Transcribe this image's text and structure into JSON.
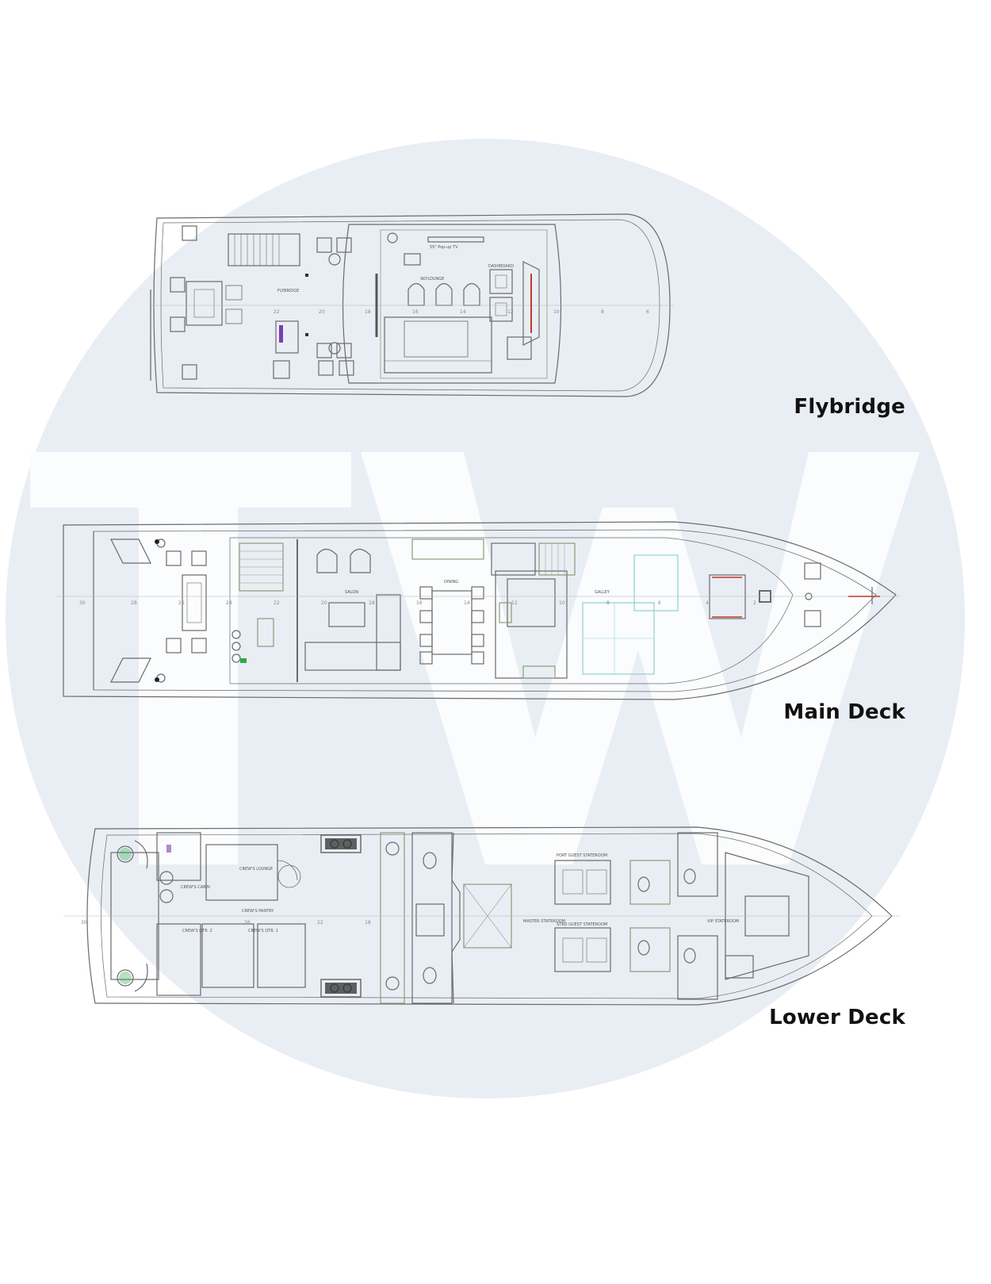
{
  "watermark": {
    "letters": "TW",
    "circle_color": "#e9eef4",
    "letter_color": "#fbfcfd"
  },
  "decks": [
    {
      "name": "flybridge",
      "label": "Flybridge",
      "rooms": [
        "FLYBRIDGE",
        "SKYLOUNGE",
        "DASHBOARD",
        "55\" Pop-up TV"
      ],
      "frames": [
        "22",
        "20",
        "18",
        "16",
        "14",
        "12",
        "10",
        "8",
        "6"
      ]
    },
    {
      "name": "main-deck",
      "label": "Main Deck",
      "rooms": [
        "SALON",
        "DINING",
        "GALLEY"
      ],
      "frames": [
        "30",
        "28",
        "26",
        "24",
        "22",
        "20",
        "18",
        "16",
        "14",
        "12",
        "10",
        "8",
        "6",
        "4",
        "2"
      ]
    },
    {
      "name": "lower-deck",
      "label": "Lower Deck",
      "rooms": [
        "CREW'S LOUNGE",
        "CREW'S PANTRY",
        "CREW'S CABIN",
        "CREW'S QTR. 2",
        "CREW'S QTR. 1",
        "MASTER STATEROOM",
        "PORT GUEST STATEROOM",
        "STBD GUEST STATEROOM",
        "VIP STATEROOM"
      ],
      "frames": [
        "30",
        "26",
        "22",
        "18"
      ]
    }
  ],
  "colors": {
    "line": "#6a6a6a",
    "fixture": "#8c9b7a",
    "accent_green": "#2fa84a",
    "accent_purple": "#7a3fb0",
    "accent_red": "#c0392b"
  }
}
